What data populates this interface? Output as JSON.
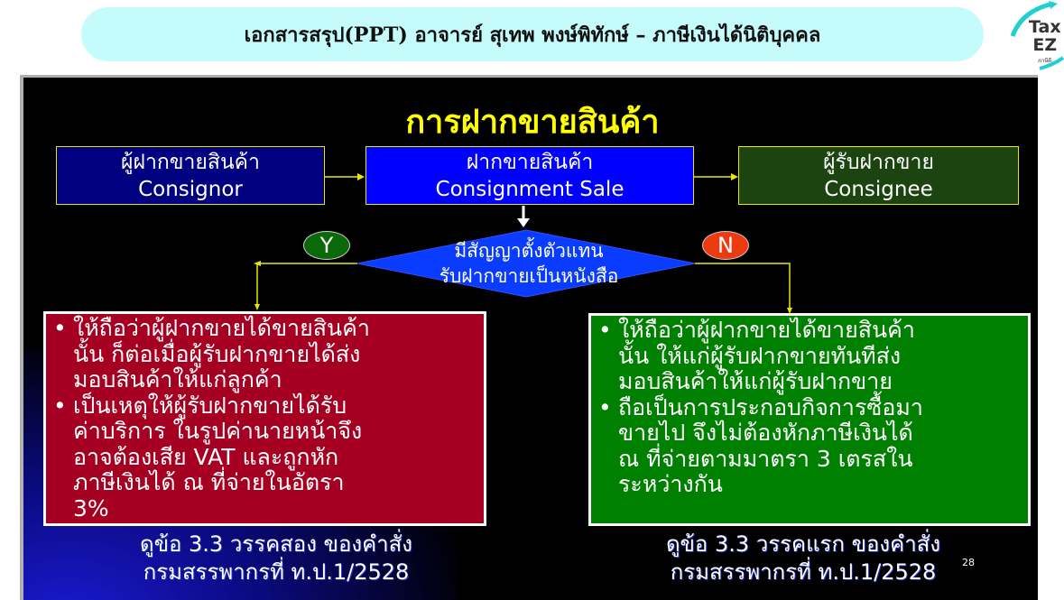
{
  "header": {
    "title": "เอกสารสรุป(PPT) อาจารย์ สุเทพ พงษ์พิทักษ์ – ภาษีเงินได้นิติบุคคล"
  },
  "logo": {
    "line1": "Tax",
    "line2": "EZ",
    "sub": "ภาษีดี"
  },
  "slide": {
    "title": "การฝากขายสินค้า",
    "boxes": [
      {
        "th": "ผู้ฝากขายสินค้า",
        "en": "Consignor"
      },
      {
        "th": "ฝากขายสินค้า",
        "en": "Consignment Sale"
      },
      {
        "th": "ผู้รับฝากขาย",
        "en": "Consignee"
      }
    ],
    "decision": {
      "line1": "มีสัญญาตั้งตัวแทน",
      "line2": "รับฝากขายเป็นหนังสือ",
      "yes": "Y",
      "no": "N"
    },
    "left_panel": {
      "bullets": [
        [
          "ให้ถือว่าผู้ฝากขายได้ขายสินค้า",
          "นั้น ก็ต่อเมื่อผู้รับฝากขายได้ส่ง",
          "มอบสินค้าให้แก่ลูกค้า"
        ],
        [
          "เป็นเหตุให้ผู้รับฝากขายได้รับ",
          "ค่าบริการ ในรูปค่านายหน้าจึง",
          "อาจต้องเสีย VAT และถูกหัก",
          "ภาษีเงินได้ ณ ที่จ่ายในอัตรา",
          "3%"
        ]
      ]
    },
    "right_panel": {
      "bullets": [
        [
          "ให้ถือว่าผู้ฝากขายได้ขายสินค้า",
          "นั้น ให้แก่ผู้รับฝากขายทันทีส่ง",
          "มอบสินค้าให้แก่ผู้รับฝากขาย"
        ],
        [
          "ถือเป็นการประกอบกิจการซื้อมา",
          "ขายไป จึงไม่ต้องหักภาษีเงินได้",
          "ณ ที่จ่ายตามมาตรา 3 เตรสใน",
          "ระหว่างกัน"
        ]
      ]
    },
    "left_foot": [
      "ดูข้อ 3.3 วรรคสอง ของคำสั่ง",
      "กรมสรรพากรที่ ท.ป.1/2528"
    ],
    "right_foot": [
      "ดูข้อ 3.3 วรรคแรก ของคำสั่ง",
      "กรมสรรพากรที่ ท.ป.1/2528"
    ],
    "page_number": "28"
  },
  "colors": {
    "consignor": "#000080",
    "sale": "#0000ff",
    "consignee": "#1c4410",
    "left_panel": "#a50021",
    "right_panel": "#008000",
    "title": "#ffff00"
  }
}
